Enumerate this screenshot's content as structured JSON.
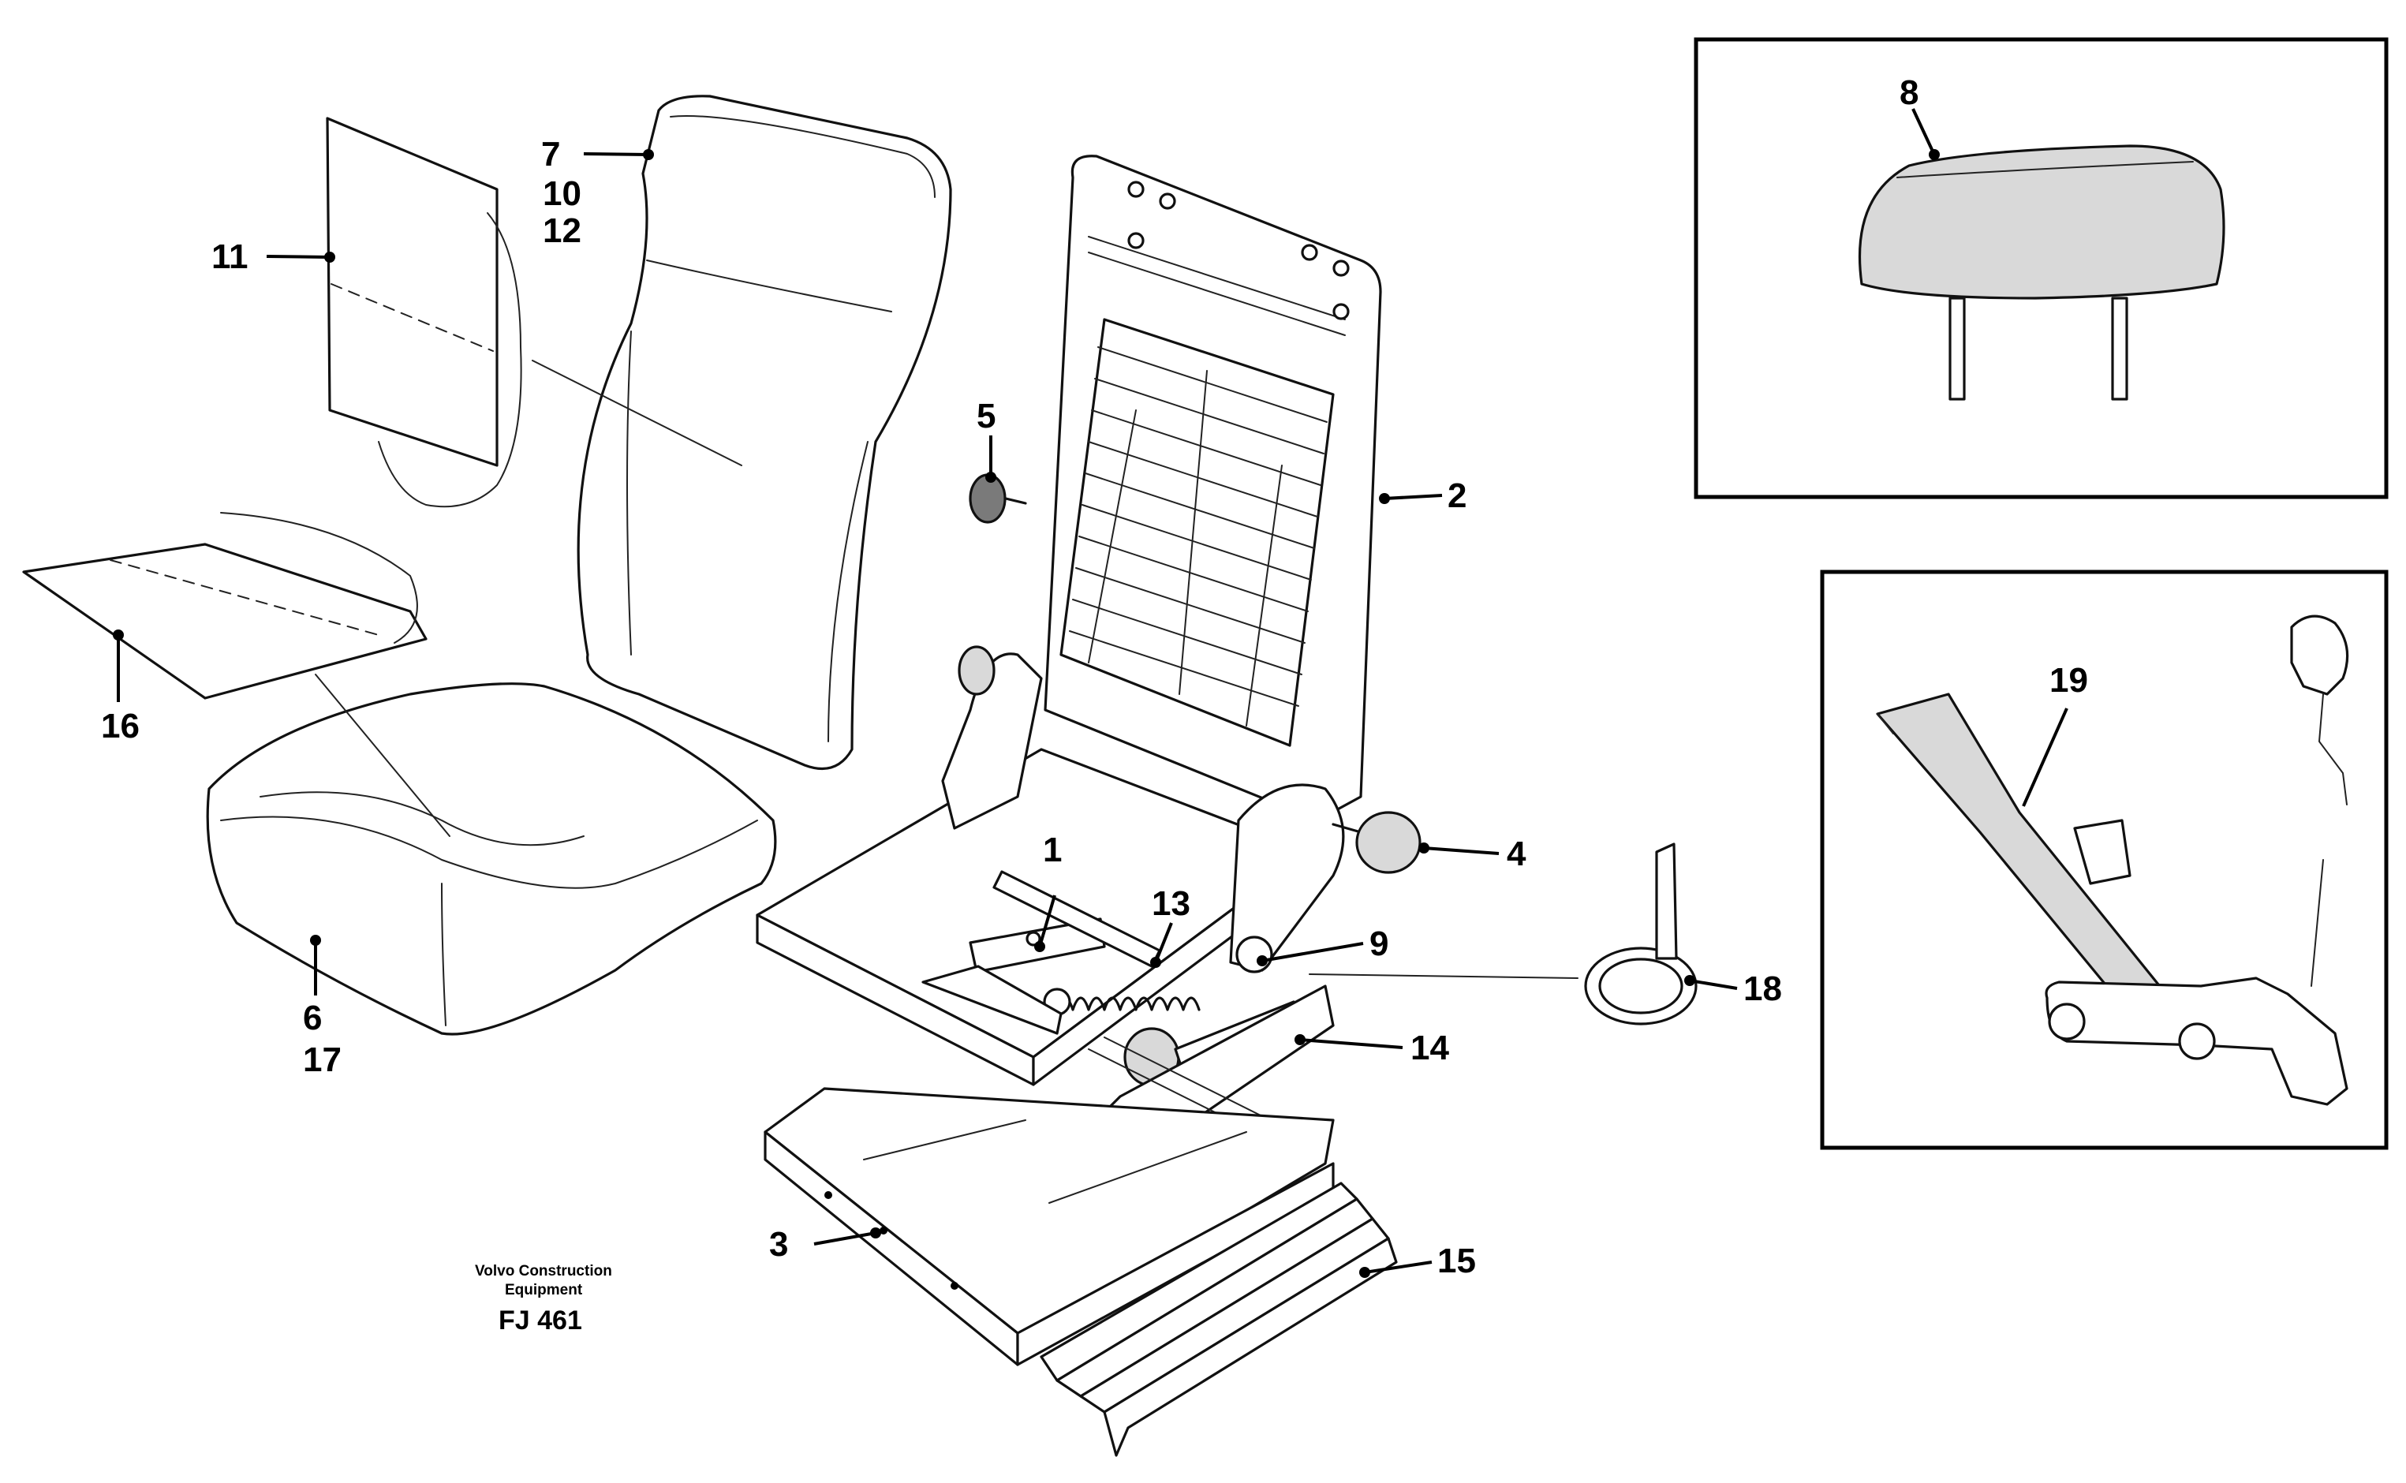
{
  "callouts": {
    "c1": "1",
    "c2": "2",
    "c3": "3",
    "c4": "4",
    "c5": "5",
    "c6": "6",
    "c7": "7",
    "c8": "8",
    "c9": "9",
    "c10": "10",
    "c11": "11",
    "c12": "12",
    "c13": "13",
    "c14": "14",
    "c15": "15",
    "c16": "16",
    "c17": "17",
    "c18": "18",
    "c19": "19"
  },
  "branding": {
    "line1": "Volvo Construction",
    "line2": "Equipment",
    "code": "FJ 461"
  }
}
